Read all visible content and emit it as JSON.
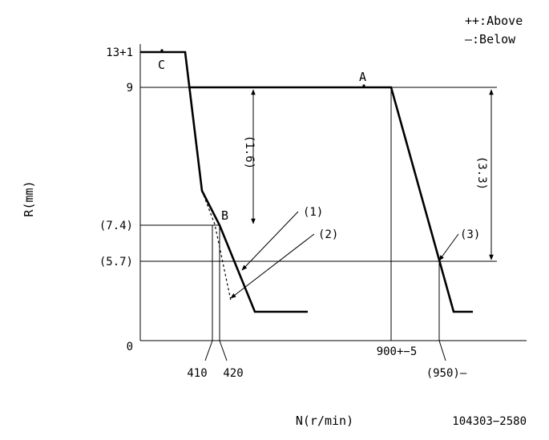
{
  "legend": {
    "above": "++:Above",
    "below": "—:Below"
  },
  "axes": {
    "y_label": "R(mm)",
    "x_label": "N(r/min)"
  },
  "y_ticks": {
    "t13": "13+1",
    "t9": "9",
    "t74": "(7.4)",
    "t57": "(5.7)",
    "t0": "0"
  },
  "x_ticks": {
    "t410": "410",
    "t420": "420",
    "t900": "900+−5",
    "t950": "(950)—"
  },
  "points": {
    "a": "A",
    "b": "B",
    "c": "C"
  },
  "callouts": {
    "c1": "(1)",
    "c2": "(2)",
    "c3": "(3)"
  },
  "dims": {
    "d16": "(1.6)",
    "d33": "(3.3)"
  },
  "footer": {
    "code": "104303−2580"
  }
}
